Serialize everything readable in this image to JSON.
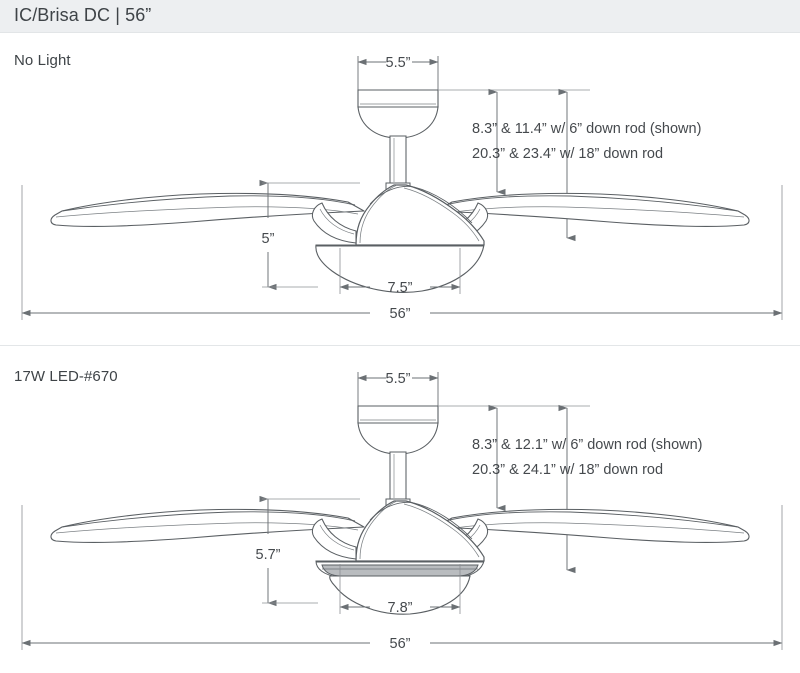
{
  "titlebar": {
    "title": "IC/Brisa DC | 56”"
  },
  "panels": [
    {
      "id": "no-light",
      "label": "No Light",
      "dimensions": {
        "canopy_width": "5.5”",
        "motor_height": "5”",
        "motor_width": "7.5”",
        "blade_span": "56”",
        "drop_line_1": "8.3”  &  11.4” w/ 6” down rod (shown)",
        "drop_line_2": "20.3” &  23.4” w/ 18” down rod"
      }
    },
    {
      "id": "led",
      "label": "17W LED-#670",
      "dimensions": {
        "canopy_width": "5.5”",
        "motor_height": "5.7”",
        "motor_width": "7.8”",
        "blade_span": "56”",
        "drop_line_1": "8.3”  &  12.1” w/ 6” down rod (shown)",
        "drop_line_2": "20.3” &  24.1” w/ 18” down rod"
      }
    }
  ],
  "colors": {
    "titlebar_bg": "#edeff1",
    "text": "#3e4347",
    "line": "#5a5f63",
    "dim_line": "#6b7074",
    "light_band": "#b9bcbf"
  }
}
